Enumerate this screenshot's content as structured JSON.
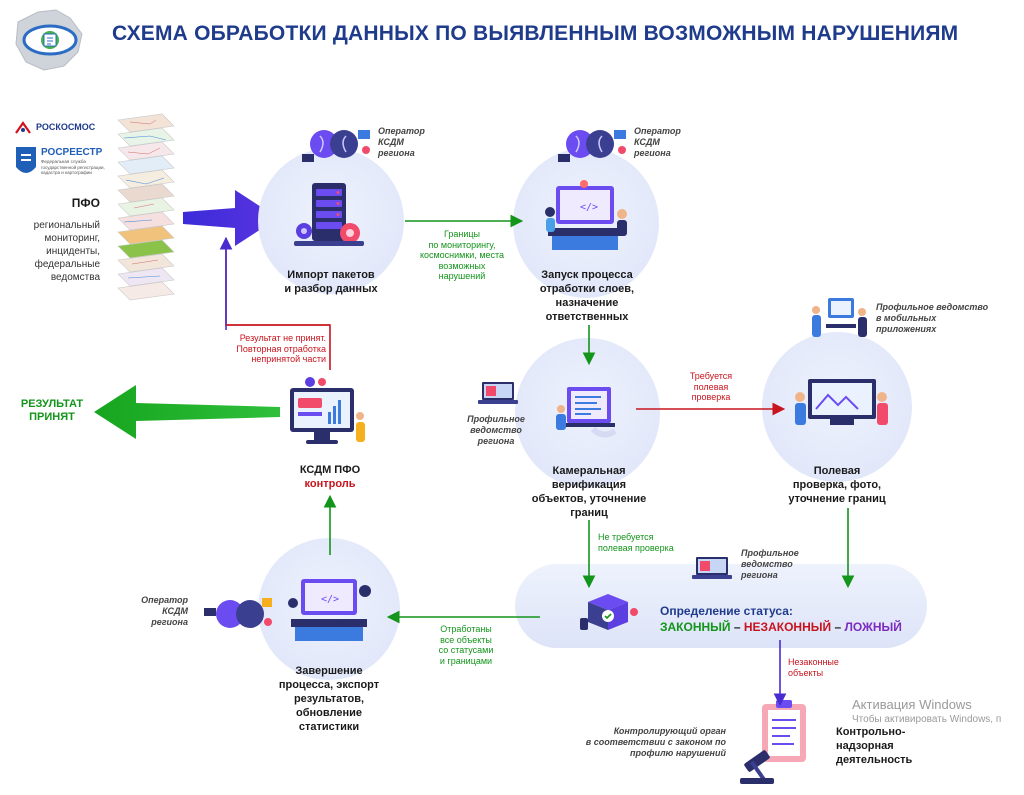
{
  "title": "СХЕМА ОБРАБОТКИ ДАННЫХ ПО ВЫЯВЛЕННЫМ ВОЗМОЖНЫМ НАРУШЕНИЯМ",
  "logos": {
    "roscosmos": "РОСКОСМОС",
    "rosreestr": "РОСРЕЕСТР",
    "rosreestr_sub": "Федеральная служба государственной регистрации, кадастра и картографии"
  },
  "sources": {
    "heading": "ПФО",
    "lines": [
      "региональный",
      "мониторинг,",
      "инциденты,",
      "федеральные",
      "ведомства"
    ]
  },
  "result": {
    "line1": "РЕЗУЛЬТАТ",
    "line2": "ПРИНЯТ"
  },
  "nodes": {
    "import": {
      "line1": "Импорт пакетов",
      "line2": "и разбор данных"
    },
    "launch": {
      "line1": "Запуск процесса",
      "line2": "отработки слоев,",
      "line3": "назначение",
      "line4": "ответственных"
    },
    "camera": {
      "line1": "Камеральная",
      "line2": "верификация",
      "line3": "объектов, уточнение",
      "line4": "границ"
    },
    "field": {
      "line1": "Полевая",
      "line2": "проверка, фото,",
      "line3": "уточнение границ"
    },
    "control": {
      "line1": "КСДМ ПФО",
      "line2": "контроль"
    },
    "finish": {
      "line1": "Завершение",
      "line2": "процесса, экспорт",
      "line3": "результатов,",
      "line4": "обновление",
      "line5": "статистики"
    },
    "status": {
      "heading": "Определение статуса:",
      "legal": "ЗАКОННЫЙ",
      "dash1": " – ",
      "illegal": "НЕЗАКОННЫЙ",
      "dash2": " – ",
      "false": "ЛОЖНЫЙ"
    },
    "supervision": {
      "line1": "Контрольно-",
      "line2": "надзорная",
      "line3": "деятельность"
    }
  },
  "notes": {
    "operator1": {
      "line1": "Оператор",
      "line2": "КСДМ",
      "line3": "региона"
    },
    "operator2": {
      "line1": "Оператор",
      "line2": "КСДМ",
      "line3": "региона"
    },
    "operator3": {
      "line1": "Оператор",
      "line2": "КСДМ",
      "line3": "региона"
    },
    "dept_region": {
      "line1": "Профильное",
      "line2": "ведомство",
      "line3": "региона"
    },
    "dept_mobile": {
      "line1": "Профильное ведомство",
      "line2": "в мобильных",
      "line3": "приложениях"
    },
    "dept_region2": {
      "line1": "Профильное",
      "line2": "ведомство",
      "line3": "региона"
    },
    "control_body": {
      "line1": "Контролирующий орган",
      "line2": "в соответствии с законом по",
      "line3": "профилю нарушений"
    }
  },
  "edges": {
    "boundaries": {
      "line1": "Границы",
      "line2": "по мониторингу,",
      "line3": "космоснимки, места",
      "line4": "возможных",
      "line5": "нарушений"
    },
    "rejected": {
      "line1": "Результат не принят.",
      "line2": "Повторная отработка",
      "line3": "непринятой части"
    },
    "field_needed": {
      "line1": "Требуется",
      "line2": "полевая",
      "line3": "проверка"
    },
    "field_not_needed": {
      "line1": "Не требуется",
      "line2": "полевая проверка"
    },
    "done_all": {
      "line1": "Отработаны",
      "line2": "все объекты",
      "line3": "со статусами",
      "line4": "и границами"
    },
    "illegal_objects": {
      "line1": "Незаконные",
      "line2": "объекты"
    }
  },
  "windows": {
    "line1": "Активация Windows",
    "line2": "Чтобы активировать Windows, п"
  },
  "colors": {
    "title": "#1f3b8c",
    "arrow_green": "#13941a",
    "arrow_red": "#c8141e",
    "arrow_blue": "#4a2bd0",
    "accent_purple": "#7b2bbf"
  }
}
